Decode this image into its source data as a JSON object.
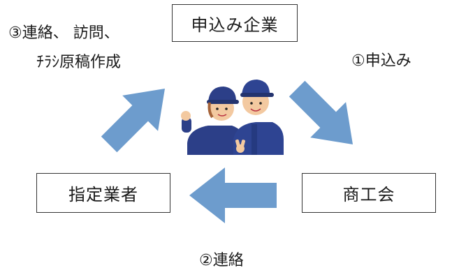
{
  "nodes": {
    "top": "申込み企業",
    "left": "指定業者",
    "right": "商工会"
  },
  "steps": {
    "step1": "①申込み",
    "step2": "②連絡",
    "step3_line1": "③連絡、 訪問、",
    "step3_line2": "ﾁﾗｼ原稿作成"
  },
  "colors": {
    "arrow": "#6d9ccd",
    "box_border": "#333333",
    "uniform": "#2c3f88"
  },
  "icons": {
    "center": "workers-illustration-icon"
  }
}
